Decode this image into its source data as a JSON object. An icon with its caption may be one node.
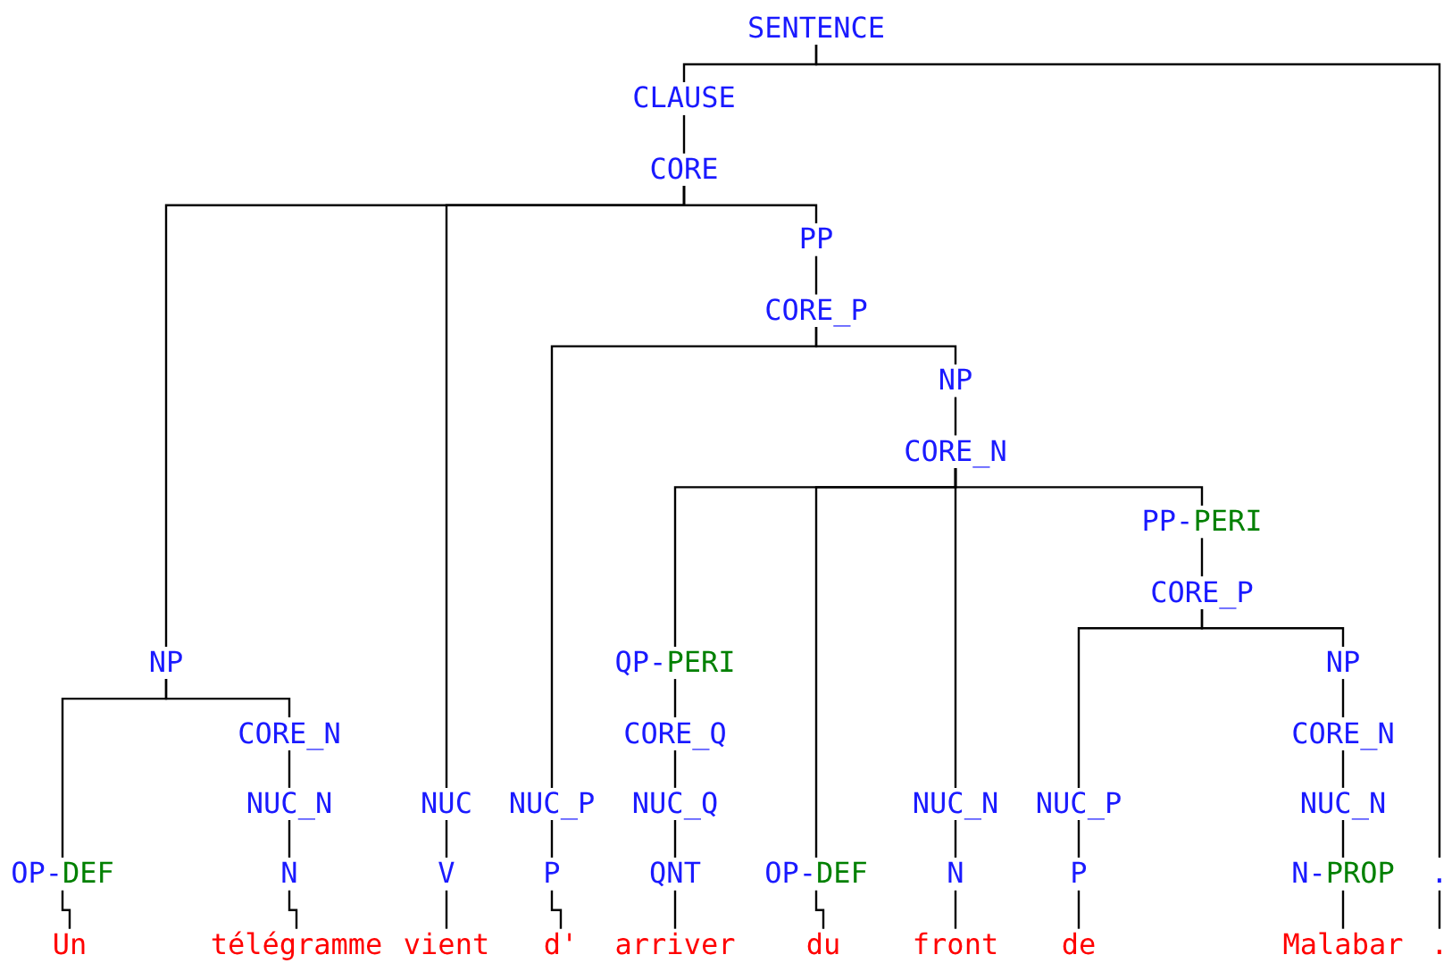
{
  "diagram": {
    "nodes": [
      {
        "text": [
          "SENTENCE"
        ]
      },
      {
        "text": [
          "CLAUSE"
        ]
      },
      {
        "text": [
          "CORE"
        ]
      },
      {
        "text": [
          "PP"
        ]
      },
      {
        "text": [
          "CORE_P"
        ]
      },
      {
        "text": [
          "NP"
        ]
      },
      {
        "text": [
          "CORE_N"
        ]
      },
      {
        "text": [
          "PP-PERI"
        ]
      },
      {
        "text": [
          "CORE_P"
        ]
      },
      {
        "text": [
          "NP"
        ]
      },
      {
        "text": [
          "QP-PERI"
        ]
      },
      {
        "text": [
          "NP"
        ]
      },
      {
        "text": [
          "CORE_N"
        ]
      },
      {
        "text": [
          "CORE_Q"
        ]
      },
      {
        "text": [
          "CORE_N"
        ]
      },
      {
        "text": [
          "NUC_N"
        ]
      },
      {
        "text": [
          "NUC"
        ]
      },
      {
        "text": [
          "NUC_P"
        ]
      },
      {
        "text": [
          "NUC_Q"
        ]
      },
      {
        "text": [
          "NUC_N"
        ]
      },
      {
        "text": [
          "NUC_P"
        ]
      },
      {
        "text": [
          "NUC_N"
        ]
      },
      {
        "text": [
          "OP-DEF"
        ]
      },
      {
        "text": [
          "N"
        ]
      },
      {
        "text": [
          "V"
        ]
      },
      {
        "text": [
          "P"
        ]
      },
      {
        "text": [
          "QNT"
        ]
      },
      {
        "text": [
          "OP-DEF"
        ]
      },
      {
        "text": [
          "N"
        ]
      },
      {
        "text": [
          "P"
        ]
      },
      {
        "text": [
          "N-PROP"
        ]
      },
      {
        "text": [
          "."
        ]
      },
      {
        "text": [
          "Un"
        ]
      },
      {
        "text": [
          "télégramme"
        ]
      },
      {
        "text": [
          "vient"
        ]
      },
      {
        "text": [
          "d'"
        ]
      },
      {
        "text": [
          "arriver"
        ]
      },
      {
        "text": [
          "du"
        ]
      },
      {
        "text": [
          "front"
        ]
      },
      {
        "text": [
          "de"
        ]
      },
      {
        "text": [
          "Malabar"
        ]
      },
      {
        "text": [
          "."
        ]
      }
    ],
    "edges": [
      {
        "from": 0,
        "to": 1,
        "arrow": "none"
      },
      {
        "from": 0,
        "to": 31,
        "arrow": "none"
      },
      {
        "from": 1,
        "to": 2,
        "arrow": "none"
      },
      {
        "from": 2,
        "to": 9,
        "arrow": "none"
      },
      {
        "from": 2,
        "to": 16,
        "arrow": "none"
      },
      {
        "from": 2,
        "to": 3,
        "arrow": "none"
      },
      {
        "from": 3,
        "to": 4,
        "arrow": "none"
      },
      {
        "from": 4,
        "to": 17,
        "arrow": "none"
      },
      {
        "from": 4,
        "to": 5,
        "arrow": "none"
      },
      {
        "from": 5,
        "to": 6,
        "arrow": "none"
      },
      {
        "from": 6,
        "to": 10,
        "arrow": "none"
      },
      {
        "from": 6,
        "to": 27,
        "arrow": "none"
      },
      {
        "from": 6,
        "to": 19,
        "arrow": "none"
      },
      {
        "from": 6,
        "to": 7,
        "arrow": "none"
      },
      {
        "from": 7,
        "to": 8,
        "arrow": "none"
      },
      {
        "from": 8,
        "to": 20,
        "arrow": "none"
      },
      {
        "from": 8,
        "to": 11,
        "arrow": "none"
      },
      {
        "from": 9,
        "to": 22,
        "arrow": "none"
      },
      {
        "from": 9,
        "to": 12,
        "arrow": "none"
      },
      {
        "from": 10,
        "to": 13,
        "arrow": "none"
      },
      {
        "from": 11,
        "to": 14,
        "arrow": "none"
      },
      {
        "from": 12,
        "to": 15,
        "arrow": "none"
      },
      {
        "from": 13,
        "to": 18,
        "arrow": "none"
      },
      {
        "from": 14,
        "to": 21,
        "arrow": "none"
      },
      {
        "from": 15,
        "to": 23,
        "arrow": "none"
      },
      {
        "from": 16,
        "to": 24,
        "arrow": "none"
      },
      {
        "from": 17,
        "to": 25,
        "arrow": "none"
      },
      {
        "from": 18,
        "to": 26,
        "arrow": "none"
      },
      {
        "from": 19,
        "to": 28,
        "arrow": "none"
      },
      {
        "from": 20,
        "to": 29,
        "arrow": "none"
      },
      {
        "from": 21,
        "to": 30,
        "arrow": "none"
      },
      {
        "from": 22,
        "to": 32,
        "arrow": "none"
      },
      {
        "from": 23,
        "to": 33,
        "arrow": "none"
      },
      {
        "from": 24,
        "to": 34,
        "arrow": "none"
      },
      {
        "from": 25,
        "to": 35,
        "arrow": "none"
      },
      {
        "from": 26,
        "to": 36,
        "arrow": "none"
      },
      {
        "from": 27,
        "to": 37,
        "arrow": "none"
      },
      {
        "from": 28,
        "to": 38,
        "arrow": "none"
      },
      {
        "from": 29,
        "to": 39,
        "arrow": "none"
      },
      {
        "from": 30,
        "to": 40,
        "arrow": "none"
      },
      {
        "from": 31,
        "to": 41,
        "arrow": "none"
      }
    ]
  }
}
